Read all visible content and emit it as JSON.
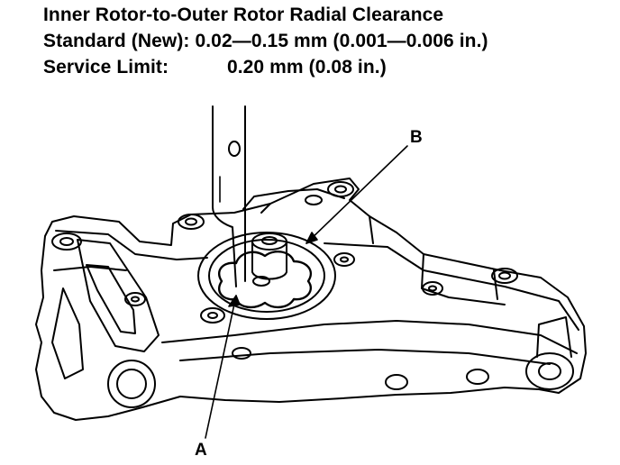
{
  "spec": {
    "title": "Inner Rotor-to-Outer Rotor Radial Clearance",
    "standard_label": "Standard (New):",
    "standard_value": "0.02—0.15 mm (0.001—0.006 in.)",
    "service_label": "Service Limit:",
    "service_value": "0.20 mm (0.08 in.)"
  },
  "callouts": {
    "a": "A",
    "b": "B"
  },
  "colors": {
    "ink": "#000000",
    "paper": "#ffffff"
  }
}
